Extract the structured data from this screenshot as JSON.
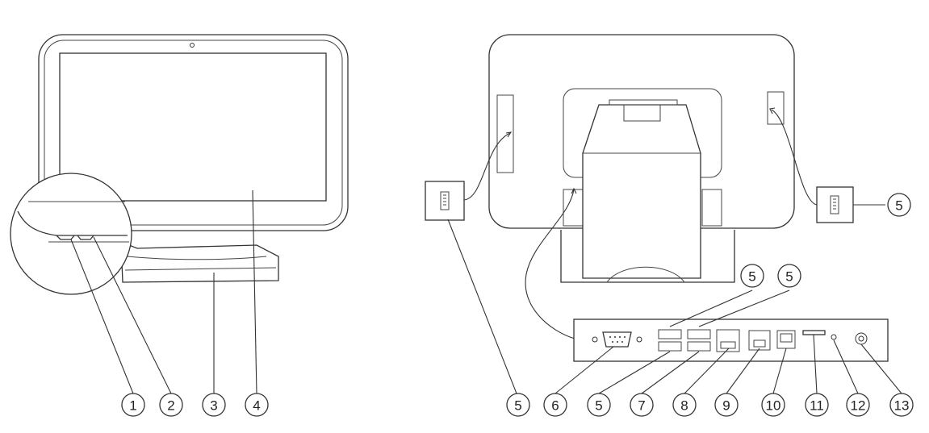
{
  "diagram": {
    "callouts_front": [
      "1",
      "2",
      "3",
      "4"
    ],
    "callouts_rear": [
      "5",
      "5",
      "5",
      "5",
      "5",
      "6",
      "5",
      "7",
      "8",
      "9",
      "10",
      "11",
      "12",
      "13"
    ]
  }
}
